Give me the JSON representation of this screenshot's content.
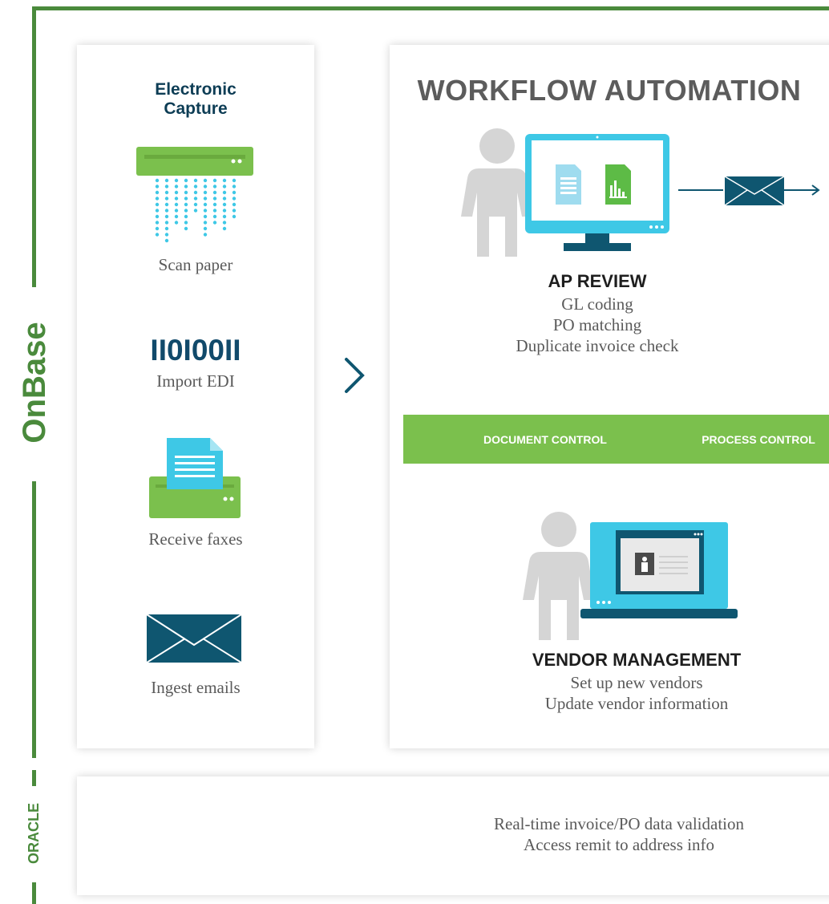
{
  "brand": {
    "onbase": "OnBase",
    "oracle": "ORACLE"
  },
  "capture": {
    "title_line1": "Electronic",
    "title_line2": "Capture",
    "items": [
      {
        "label": "Scan paper",
        "icon": "scanner-icon"
      },
      {
        "label": "Import EDI",
        "icon": "binary-text",
        "glyph": "II0I00II"
      },
      {
        "label": "Receive faxes",
        "icon": "fax-icon"
      },
      {
        "label": "Ingest emails",
        "icon": "envelope-icon"
      }
    ]
  },
  "workflow": {
    "title": "WORKFLOW AUTOMATION",
    "ap_review": {
      "heading": "AP REVIEW",
      "lines": [
        "GL coding",
        "PO matching",
        "Duplicate invoice check"
      ]
    },
    "controls": {
      "document": "DOCUMENT CONTROL",
      "process": "PROCESS CONTROL"
    },
    "vendor": {
      "heading": "VENDOR MANAGEMENT",
      "lines": [
        "Set up new vendors",
        "Update vendor information"
      ]
    }
  },
  "oracle_panel": {
    "lines": [
      "Real-time invoice/PO data validation",
      "Access remit to address info"
    ]
  },
  "colors": {
    "green": "#4a8a3c",
    "light_green": "#7bc04d",
    "teal": "#0f5670",
    "cyan": "#3ec8e6",
    "gray": "#d5d5d5"
  }
}
